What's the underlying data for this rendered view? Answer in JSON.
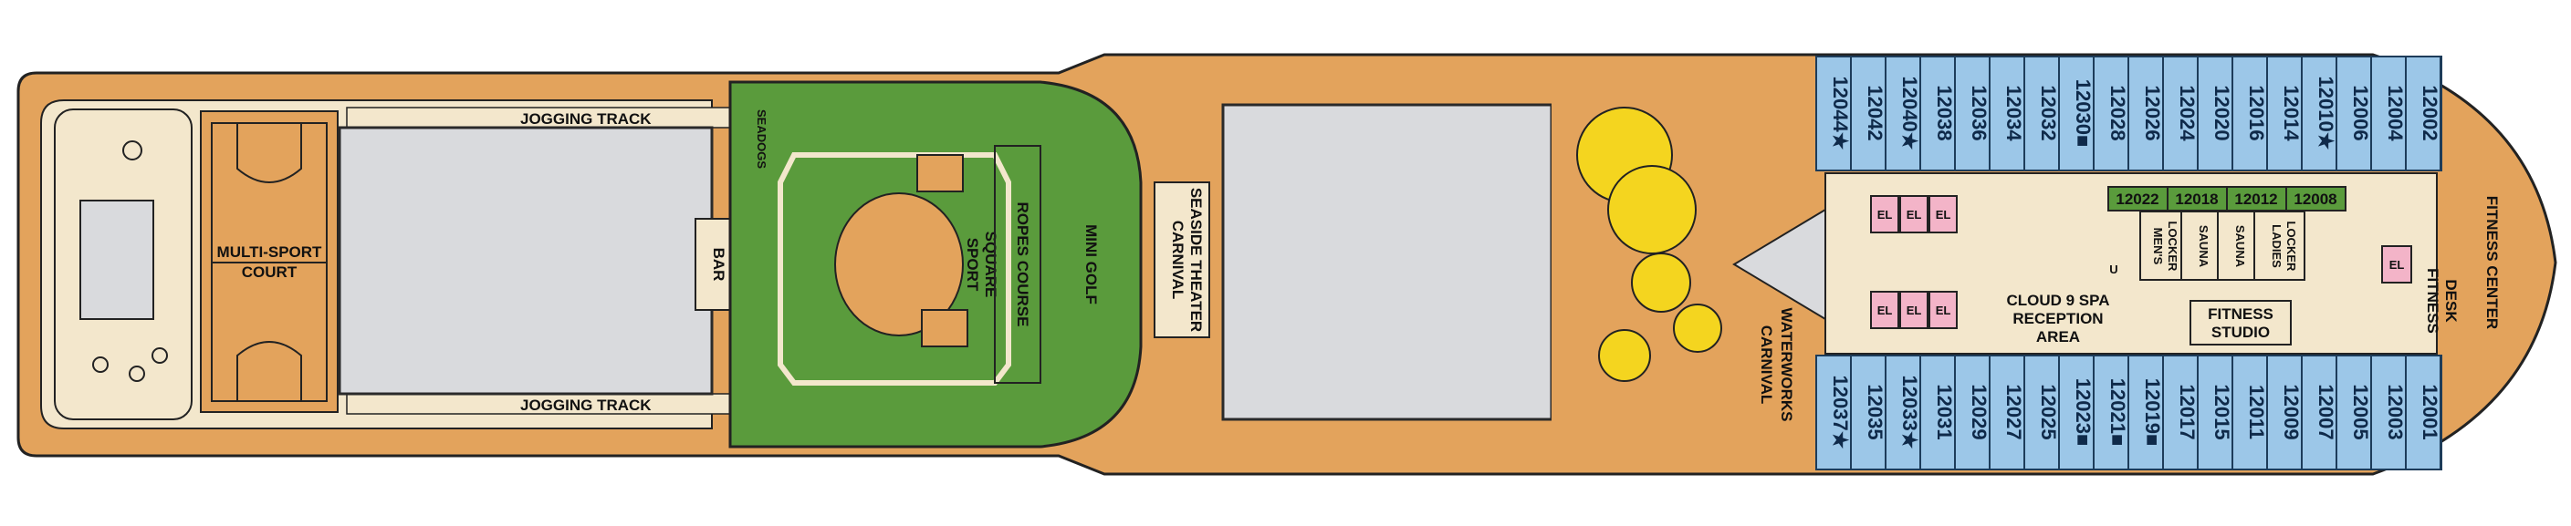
{
  "colors": {
    "wood": "#e3a35c",
    "cream": "#f3e7cc",
    "pool_gray": "#d9dadd",
    "green": "#5a9b3c",
    "cabin_blue": "#9cc7e8",
    "elevator_pink": "#f3b4c8",
    "waterpark_yellow": "#f4d51f",
    "spa_green": "#5a9b3c"
  },
  "areas": {
    "jogging_track_top": "JOGGING TRACK",
    "jogging_track_bottom": "JOGGING TRACK",
    "multi_sport_court_1": "MULTI-SPORT",
    "multi_sport_court_2": "COURT",
    "bar": "BAR",
    "seadogs": "SEADOGS",
    "sport_square_1": "SPORT",
    "sport_square_2": "SQUARE",
    "ropes_course": "ROPES COURSE",
    "mini_golf": "MINI GOLF",
    "seaside_theater_1": "CARNIVAL",
    "seaside_theater_2": "SEASIDE THEATER",
    "waterworks_1": "CARNIVAL",
    "waterworks_2": "WATERWORKS",
    "spa_reception_1": "CLOUD 9 SPA",
    "spa_reception_2": "RECEPTION",
    "spa_reception_3": "AREA",
    "fitness_studio_1": "FITNESS",
    "fitness_studio_2": "STUDIO",
    "mens_locker_1": "MEN'S",
    "mens_locker_2": "LOCKER",
    "sauna_a": "SAUNA",
    "sauna_b": "SAUNA",
    "ladies_locker_1": "LADIES",
    "ladies_locker_2": "LOCKER",
    "fitness_desk_1": "FITNESS",
    "fitness_desk_2": "DESK",
    "fitness_center": "FITNESS CENTER",
    "elevator": "EL",
    "u_sign": "U"
  },
  "cabins_top": [
    "12044★",
    "12042",
    "12040★",
    "12038",
    "12036",
    "12034",
    "12032",
    "12030■",
    "12028",
    "12026",
    "12024",
    "12020",
    "12016",
    "12014",
    "12010★",
    "12006",
    "12004",
    "12002"
  ],
  "cabins_bottom": [
    "12037★",
    "12035",
    "12033★",
    "12031",
    "12029",
    "12027",
    "12025",
    "12023■",
    "12021■",
    "12019■",
    "12017",
    "12015",
    "12011",
    "12009",
    "12007",
    "12005",
    "12003",
    "12001"
  ],
  "spa_cabins": [
    "12022",
    "12018",
    "12012",
    "12008"
  ]
}
